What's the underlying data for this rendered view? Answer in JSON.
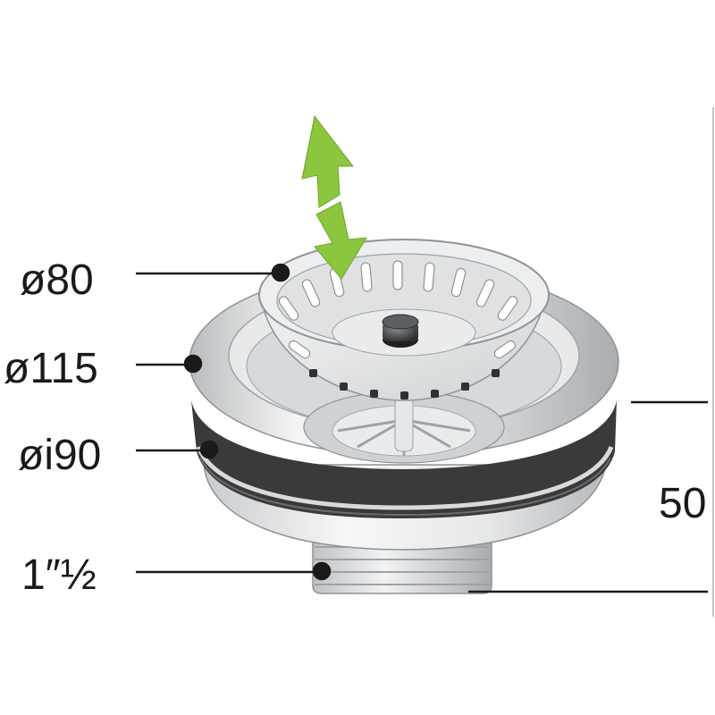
{
  "dimensions": {
    "basket_diameter": "ø80",
    "flange_diameter": "ø115",
    "inner_diameter": "øi90",
    "thread_size": "1″½",
    "height": "50"
  },
  "colors": {
    "arrow_green": "#8cc63f",
    "metal_light": "#eef0f1",
    "metal_mid": "#c7cacc",
    "metal_dark": "#8f9396",
    "gasket": "#3a3a3a",
    "leader_line": "#1a1a1a"
  },
  "icons": {
    "lift_arrow": "double-arrow-up-down-icon"
  }
}
